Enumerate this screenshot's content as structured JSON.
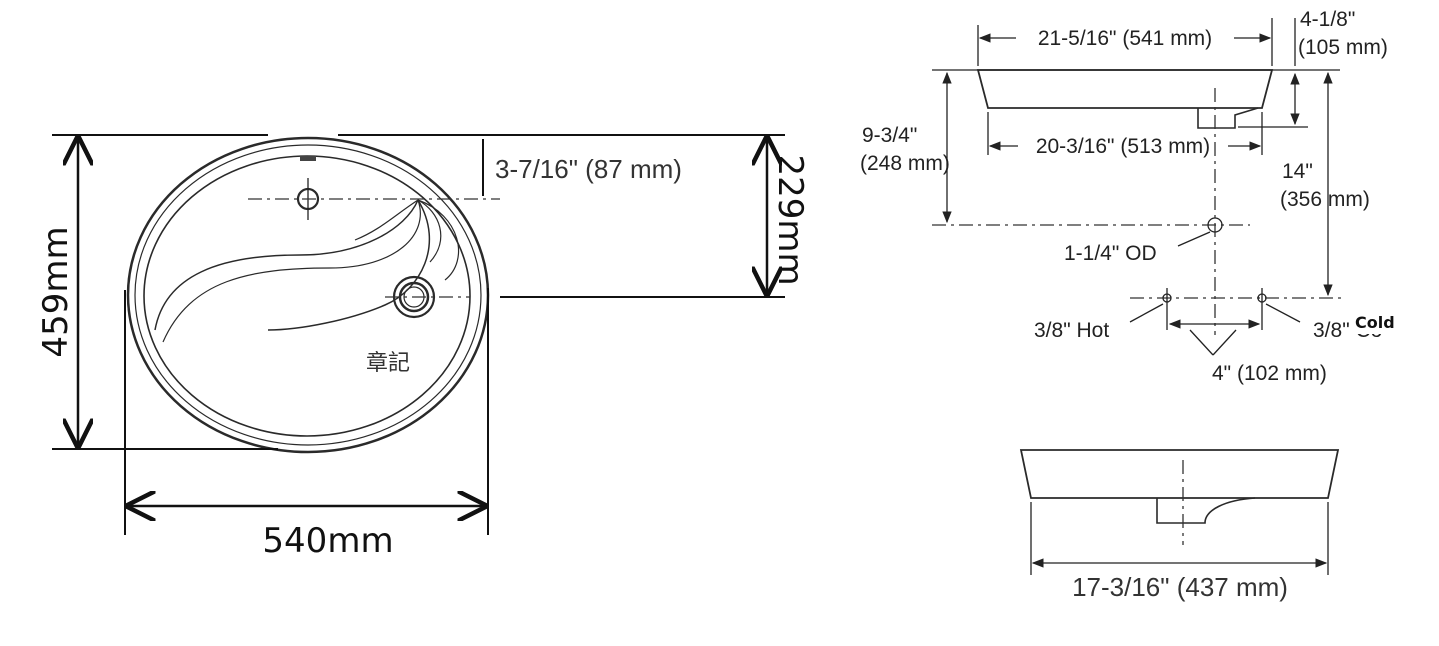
{
  "top_view": {
    "width_label": "540mm",
    "height_label": "459mm",
    "half_height_label": "229mm",
    "faucet_offset_label": "3-7/16\" (87 mm)",
    "watermark": "章記"
  },
  "side_view": {
    "overall_width_label": "21-5/16\" (541 mm)",
    "depth_label_line1": "4-1/8\"",
    "depth_label_line2": "(105 mm)",
    "inner_width_label": "20-3/16\" (513 mm)",
    "drain_height_line1": "9-3/4\"",
    "drain_height_line2": "(248 mm)",
    "supply_height_line1": "14\"",
    "supply_height_line2": "(356 mm)",
    "drain_od_label": "1-1/4\" OD",
    "hot_label": "3/8\" Hot",
    "cold_label": "3/8\" Co",
    "cold_overlay": "Cold",
    "supply_spacing_label": "4\" (102 mm)"
  },
  "end_view": {
    "width_label": "17-3/16\" (437 mm)"
  }
}
